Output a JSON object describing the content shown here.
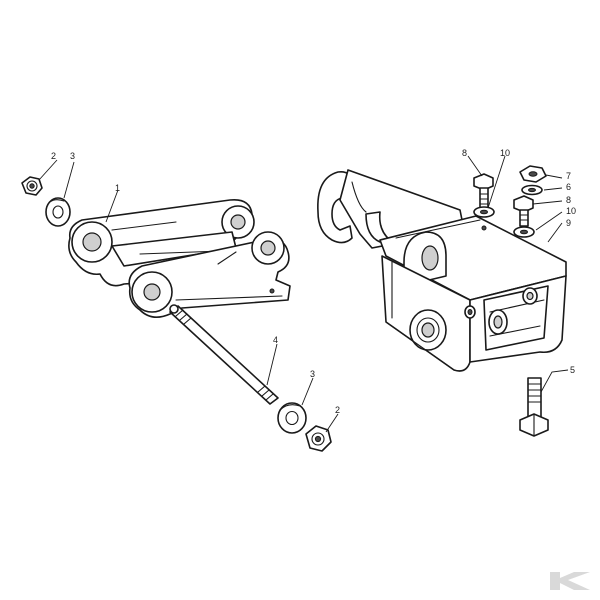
{
  "callouts": {
    "c1": "1",
    "c2a": "2",
    "c3a": "3",
    "c4": "4",
    "c3b": "3",
    "c2b": "2",
    "c8a": "8",
    "c10a": "10",
    "c7": "7",
    "c6": "6",
    "c8b": "8",
    "c10b": "10",
    "c9": "9",
    "c5": "5"
  },
  "logo": {
    "text": "K",
    "color": "#d9d9d9"
  },
  "colors": {
    "line": "#1a1a1a",
    "background": "#ffffff"
  }
}
